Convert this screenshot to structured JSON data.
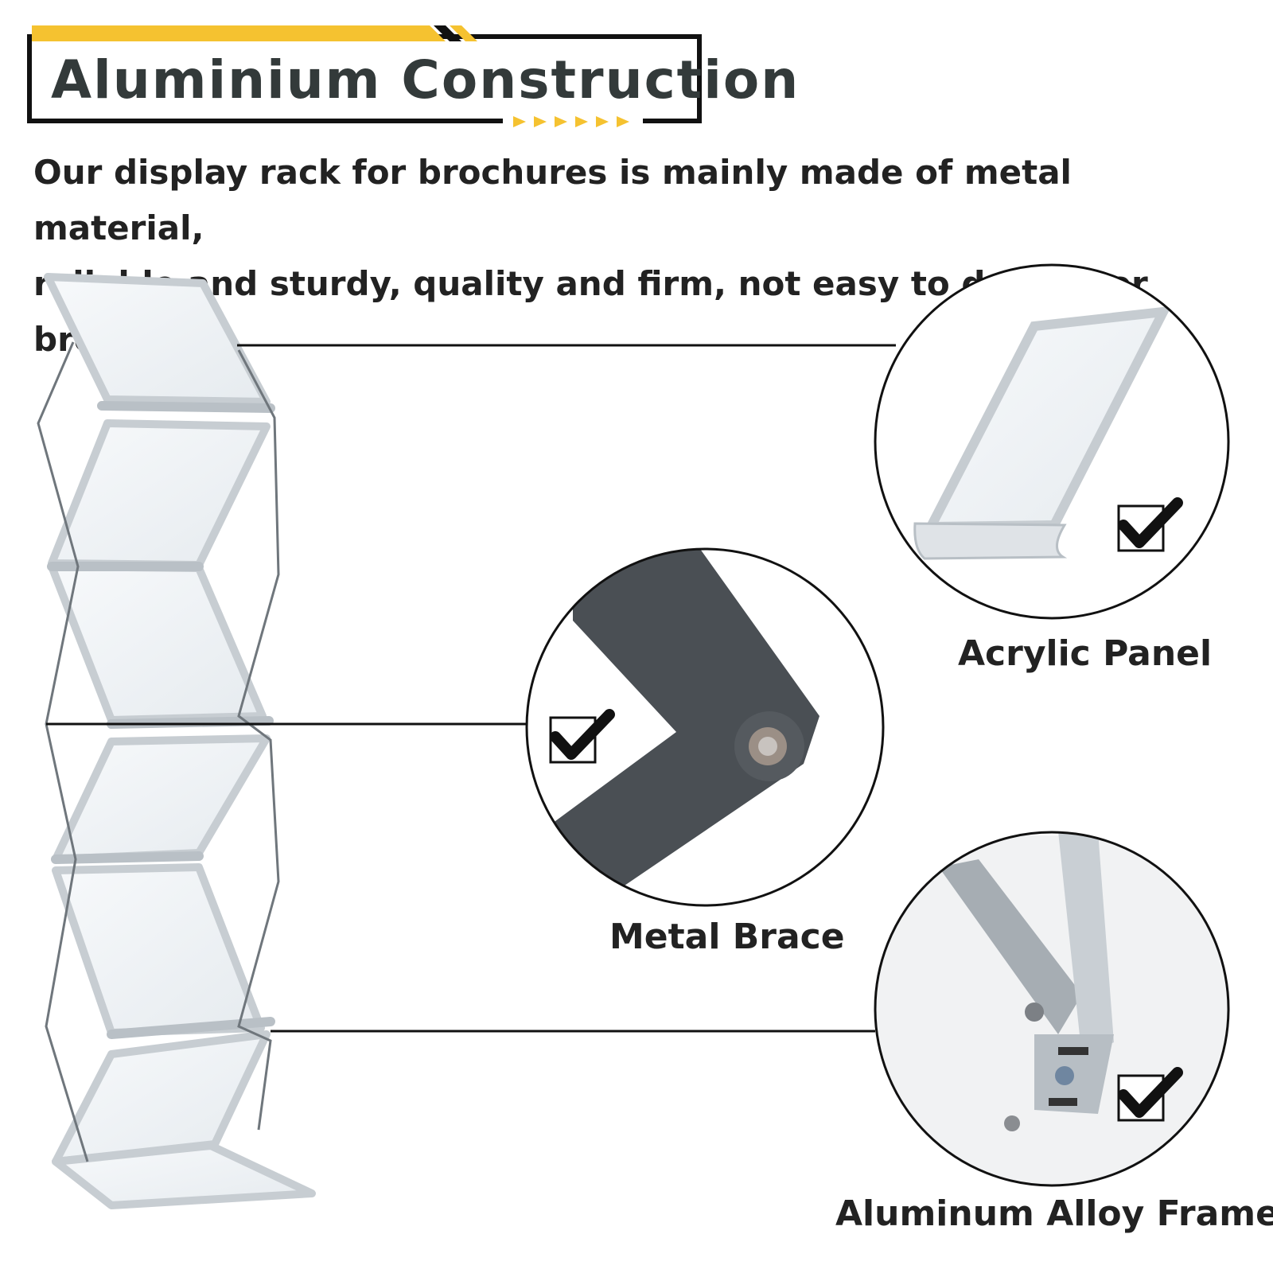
{
  "header": {
    "title": "Aluminium Construction",
    "accent_color": "#f5c230"
  },
  "intro": {
    "line1": "Our display rack for brochures is mainly made of metal material,",
    "line2": "reliable and sturdy, quality and firm, not easy to deform or break."
  },
  "features": [
    {
      "label": "Acrylic Panel",
      "icon": "check-icon"
    },
    {
      "label": "Metal Brace",
      "icon": "check-icon"
    },
    {
      "label": "Aluminum Alloy Frame",
      "icon": "check-icon"
    }
  ]
}
